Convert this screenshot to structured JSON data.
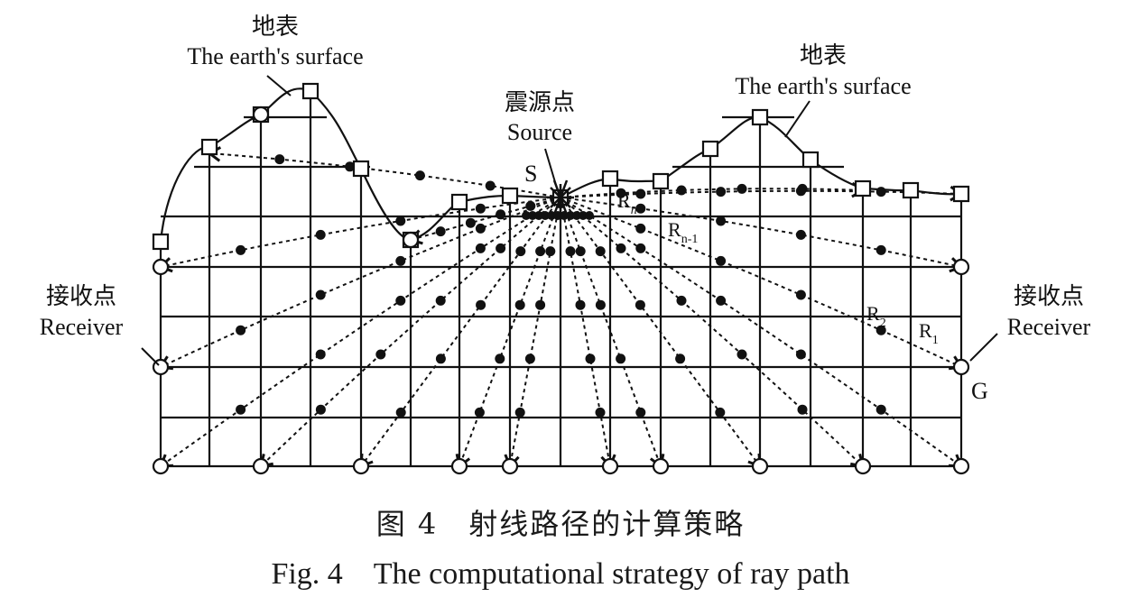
{
  "labels": {
    "surface_left_cn": "地表",
    "surface_left_en": "The earth's surface",
    "surface_right_cn": "地表",
    "surface_right_en": "The earth's surface",
    "source_cn": "震源点",
    "source_en": "Source",
    "source_symbol": "S",
    "receiver_left_cn": "接收点",
    "receiver_left_en": "Receiver",
    "receiver_right_cn": "接收点",
    "receiver_right_en": "Receiver",
    "receiver_symbol": "G",
    "ray_n": "R",
    "ray_n_sub": "n",
    "ray_n1": "R",
    "ray_n1_sub": "n-1",
    "ray_2": "R",
    "ray_2_sub": "2",
    "ray_1": "R",
    "ray_1_sub": "1"
  },
  "caption": {
    "cn": "图 4　射线路径的计算策略",
    "en": "Fig. 4　The computational strategy of ray path"
  },
  "colors": {
    "ink": "#111111",
    "background": "#ffffff"
  }
}
